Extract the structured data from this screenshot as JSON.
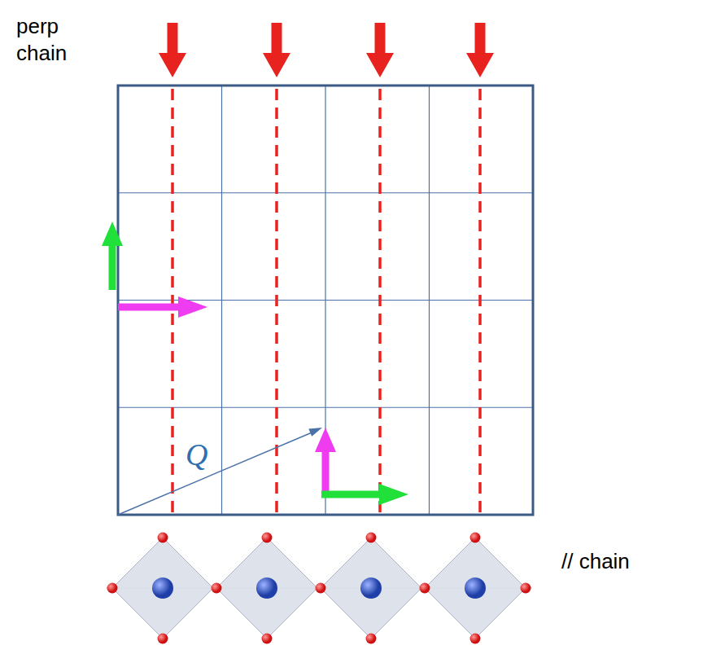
{
  "diagram": {
    "labels": [
      "perp chain",
      "Q",
      "// chain"
    ]
  }
}
